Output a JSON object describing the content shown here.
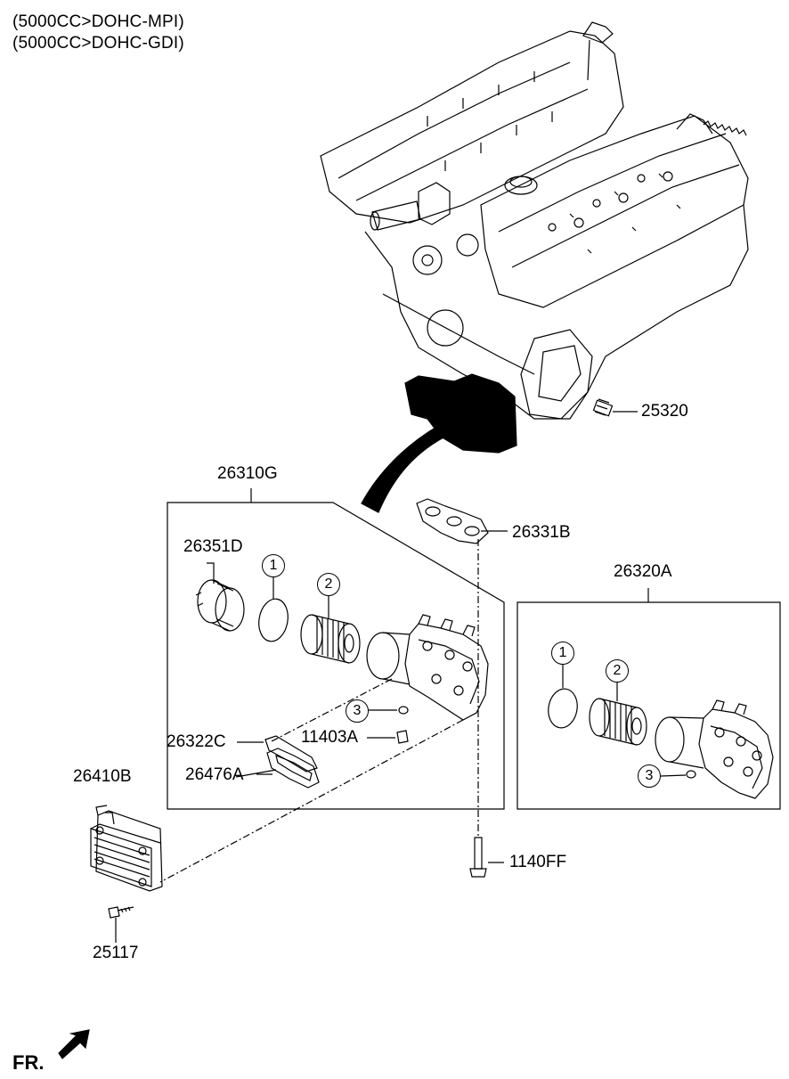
{
  "header": {
    "line1": "(5000CC>DOHC-MPI)",
    "line2": "(5000CC>DOHC-GDI)"
  },
  "parts": {
    "p25320": "25320",
    "p26310G": "26310G",
    "p26331B": "26331B",
    "p26351D": "26351D",
    "p26320A": "26320A",
    "p26322C": "26322C",
    "p11403A": "11403A",
    "p26476A": "26476A",
    "p26410B": "26410B",
    "p1140FF": "1140FF",
    "p25117": "25117"
  },
  "callouts": {
    "c1": "1",
    "c2": "2",
    "c3": "3"
  },
  "direction_label": "FR."
}
